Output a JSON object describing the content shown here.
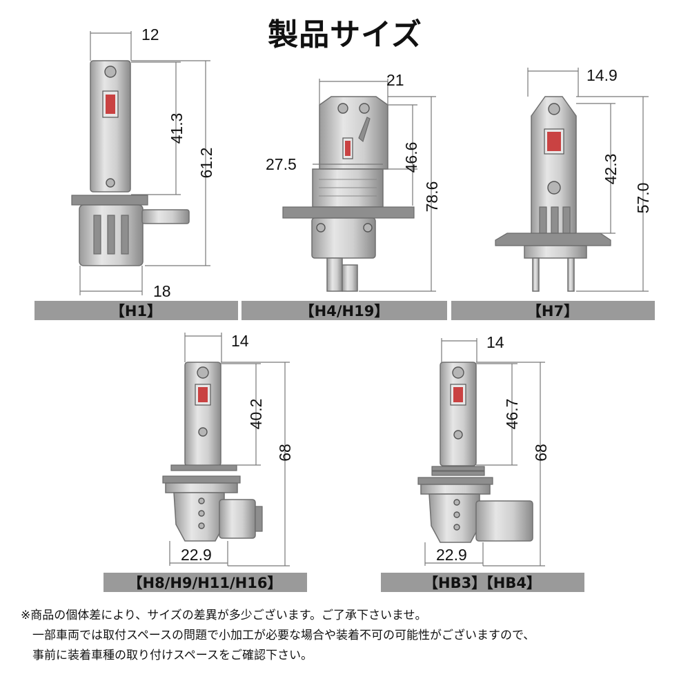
{
  "title": "製品サイズ",
  "variants": [
    {
      "label": "【H1】",
      "dims": {
        "top_width": "12",
        "led_height": "41.3",
        "total_height": "61.2",
        "base_width": "18"
      }
    },
    {
      "label": "【H4/H19】",
      "dims": {
        "top_width": "21",
        "fin_width": "27.5",
        "led_height": "46.6",
        "total_height": "78.6"
      }
    },
    {
      "label": "【H7】",
      "dims": {
        "top_width": "14.9",
        "led_height": "42.3",
        "total_height": "57.0"
      }
    },
    {
      "label": "【H8/H9/H11/H16】",
      "dims": {
        "top_width": "14",
        "led_height": "40.2",
        "total_height": "68",
        "base_width": "22.9"
      }
    },
    {
      "label": "【HB3】【HB4】",
      "dims": {
        "top_width": "14",
        "led_height": "46.7",
        "total_height": "68",
        "base_width": "22.9"
      }
    }
  ],
  "notes": [
    "※商品の個体差により、サイズの差異が多少ございます。ご了承下さいませ。",
    "一部車両では取付スペースの問題で小加工が必要な場合や装着不可の可能性がございますので、",
    "事前に装着車種の取り付けスペースをご確認下さい。"
  ],
  "colors": {
    "label_bar": "#9a9a9a",
    "dimension_line": "#777777",
    "led": "#c94242"
  }
}
